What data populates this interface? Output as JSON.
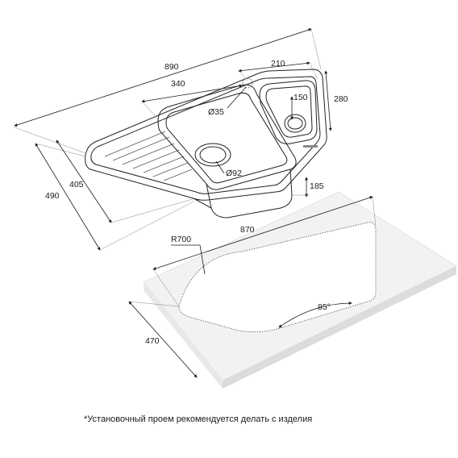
{
  "sink_dimensions": {
    "overall_width": "890",
    "small_bowl_width": "210",
    "main_bowl_width": "340",
    "drain_hole_small": "Ø35",
    "small_bowl_depth": "150",
    "small_bowl_length": "280",
    "overall_depth": "490",
    "main_bowl_length": "405",
    "drain_hole_main": "Ø92",
    "bowl_height": "185"
  },
  "cutout_dimensions": {
    "width": "870",
    "radius": "R700",
    "depth": "470",
    "angle": "85°"
  },
  "footnote": "*Установочный проем рекомендуется делать с изделия"
}
